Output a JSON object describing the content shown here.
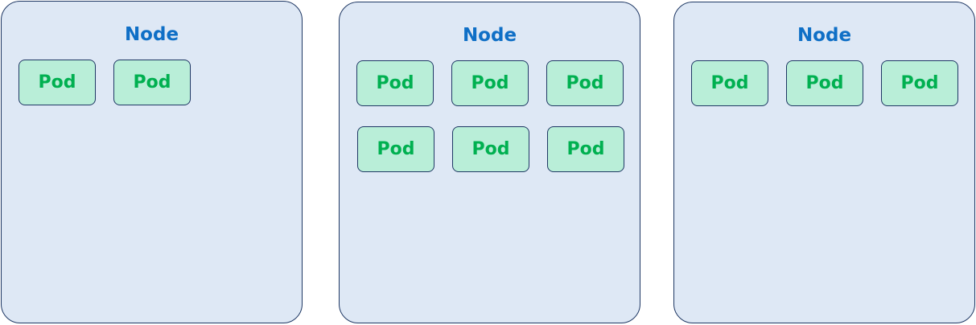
{
  "nodes": [
    {
      "label": "Node",
      "pods": [
        "Pod",
        "Pod"
      ]
    },
    {
      "label": "Node",
      "pods": [
        "Pod",
        "Pod",
        "Pod",
        "Pod",
        "Pod",
        "Pod"
      ]
    },
    {
      "label": "Node",
      "pods": [
        "Pod",
        "Pod",
        "Pod"
      ]
    }
  ],
  "colors": {
    "node_fill": "#dee8f5",
    "node_border": "#1f3864",
    "node_label": "#0f6fc6",
    "pod_fill": "#b9eed8",
    "pod_label": "#00b050"
  }
}
